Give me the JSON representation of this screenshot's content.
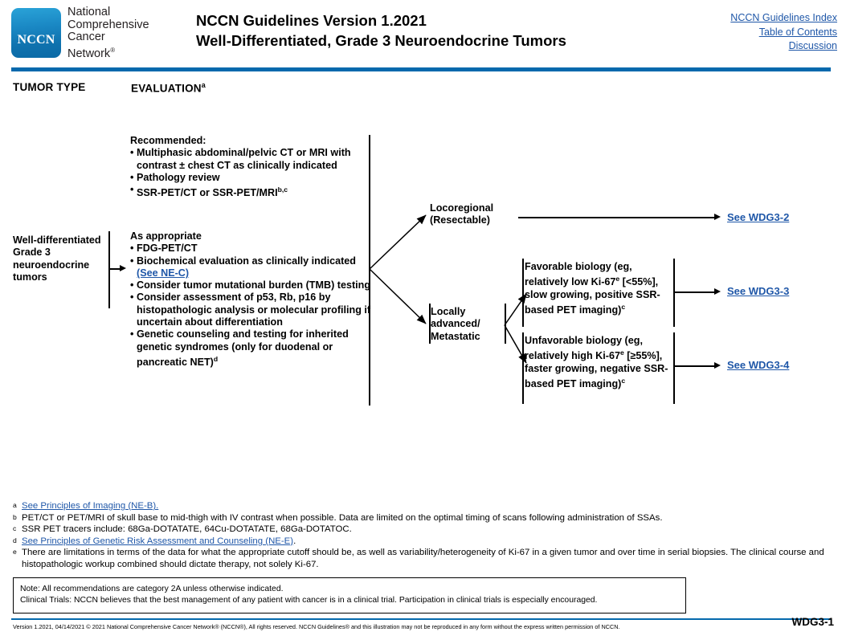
{
  "header": {
    "logo_text": "NCCN",
    "org_name_lines": [
      "National",
      "Comprehensive",
      "Cancer",
      "Network"
    ],
    "org_name_suffix": "®",
    "title_line1": "NCCN Guidelines Version 1.2021",
    "title_line2": "Well-Differentiated, Grade 3 Neuroendocrine Tumors",
    "links": [
      "NCCN Guidelines Index",
      "Table of Contents",
      "Discussion"
    ],
    "accent_color": "#0569ad",
    "link_color": "#1f57a8"
  },
  "columns": {
    "tumor_type": "TUMOR TYPE",
    "evaluation": "EVALUATION",
    "evaluation_footnote_mark": "a"
  },
  "flow": {
    "tumor_type_node": "Well-differentiated Grade 3 neuroendocrine tumors",
    "evaluation": {
      "recommended_heading": "Recommended:",
      "recommended_items": [
        "Multiphasic abdominal/pelvic CT or MRI with contrast ± chest CT as clinically indicated",
        "Pathology review",
        "SSR-PET/CT or SSR-PET/MRI"
      ],
      "recommended_last_item_footnotes": "b,c",
      "as_appropriate_heading": "As appropriate",
      "as_appropriate_items": [
        "FDG-PET/CT",
        "Biochemical evaluation as clinically indicated (See NE-C)",
        "Consider tumor mutational burden (TMB) testing",
        "Consider assessment of p53, Rb, p16 by histopathologic analysis or molecular profiling if uncertain about differentiation",
        "Genetic counseling and testing for inherited genetic syndromes (only for duodenal or pancreatic NET)"
      ],
      "biochemical_link_text": "(See NE-C)",
      "genetic_item_footnote": "d"
    },
    "branches": {
      "locoregional": "Locoregional (Resectable)",
      "locoregional_line1": "Locoregional",
      "locoregional_line2": "(Resectable)",
      "locally_advanced": "Locally advanced/ Metastatic",
      "locally_advanced_line1": "Locally",
      "locally_advanced_line2": "advanced/",
      "locally_advanced_line3": "Metastatic"
    },
    "biology": {
      "favorable": "Favorable biology (eg, relatively low Ki-67e [<55%], slow growing, positive SSR-based PET imaging)c",
      "favorable_text_part1": "Favorable biology (eg, relatively low Ki-67",
      "favorable_footnote1": "e",
      "favorable_text_part2": " [<55%], slow growing, positive SSR-based PET imaging)",
      "favorable_footnote2": "c",
      "unfavorable_text_part1": "Unfavorable biology (eg, relatively high Ki-67",
      "unfavorable_footnote1": "e",
      "unfavorable_text_part2": " [≥55%], faster growing, negative SSR-based PET imaging)",
      "unfavorable_footnote2": "c"
    },
    "destinations": {
      "locoregional_link": "See WDG3-2",
      "favorable_link": "See WDG3-3",
      "unfavorable_link": "See WDG3-4"
    }
  },
  "footnotes": [
    {
      "mark": "a",
      "link_text": "See Principles of Imaging (NE-B).",
      "text": ""
    },
    {
      "mark": "b",
      "link_text": "",
      "text": "PET/CT or PET/MRI of skull base to mid-thigh with IV contrast when possible. Data are limited on the optimal timing of scans following administration of SSAs."
    },
    {
      "mark": "c",
      "link_text": "",
      "text": "SSR PET tracers include: 68Ga-DOTATATE, 64Cu-DOTATATE, 68Ga-DOTATOC."
    },
    {
      "mark": "d",
      "link_text": "See Principles of Genetic Risk Assessment and Counseling (NE-E)",
      "text": "."
    },
    {
      "mark": "e",
      "link_text": "",
      "text": "There are limitations in terms of the data for what the appropriate cutoff should be, as well as variability/heterogeneity of Ki-67 in a given tumor and over time in serial biopsies. The clinical course and histopathologic workup combined should dictate therapy, not solely Ki-67."
    }
  ],
  "note_box": {
    "line1": "Note: All recommendations are category 2A unless otherwise indicated.",
    "line2": "Clinical Trials: NCCN believes that the best management of any patient with cancer is in a clinical trial. Participation in clinical trials is especially encouraged."
  },
  "footer": {
    "copyright": "Version 1.2021, 04/14/2021 © 2021 National Comprehensive Cancer Network® (NCCN®), All rights reserved. NCCN Guidelines® and this illustration may not be reproduced in any form without the express written permission of NCCN.",
    "page_id": "WDG3-1"
  }
}
